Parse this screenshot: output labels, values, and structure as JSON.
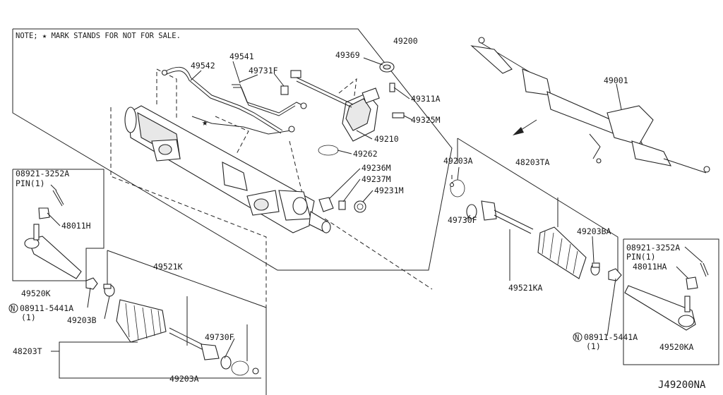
{
  "note": "NOTE; ★ MARK STANDS FOR NOT FOR SALE.",
  "drawing_code": "J49200NA",
  "marker": {
    "glyph": "★"
  },
  "callouts": {
    "c49200": "49200",
    "c49369": "49369",
    "c49541": "49541",
    "c49542": "49542",
    "c49731F": "49731F",
    "c49311A": "49311A",
    "c49325M": "49325M",
    "c49210": "49210",
    "c49262": "49262",
    "c49236M": "49236M",
    "c49237M": "49237M",
    "c49231M": "49231M",
    "c49001": "49001",
    "c49203A_r": "49203A",
    "c48203TA": "48203TA",
    "c49730F_r": "49730F",
    "c49203BA": "49203BA",
    "c49521KA": "49521KA",
    "c08921_l": "08921-3252A",
    "cPIN_l": "PIN(1)",
    "c48011H": "48011H",
    "c49520K": "49520K",
    "c08911_l": "08911-5441A",
    "cQty_l": "(1)",
    "c49203B": "49203B",
    "c48203T": "48203T",
    "c49521K": "49521K",
    "c49730F_l": "49730F",
    "c49203A_l": "49203A",
    "c08921_r": "08921-3252A",
    "cPIN_r": "PIN(1)",
    "c48011HA": "48011HA",
    "c08911_r": "08911-5441A",
    "cQty_r": "(1)",
    "c49520KA": "49520KA",
    "nut_marker": "N"
  }
}
